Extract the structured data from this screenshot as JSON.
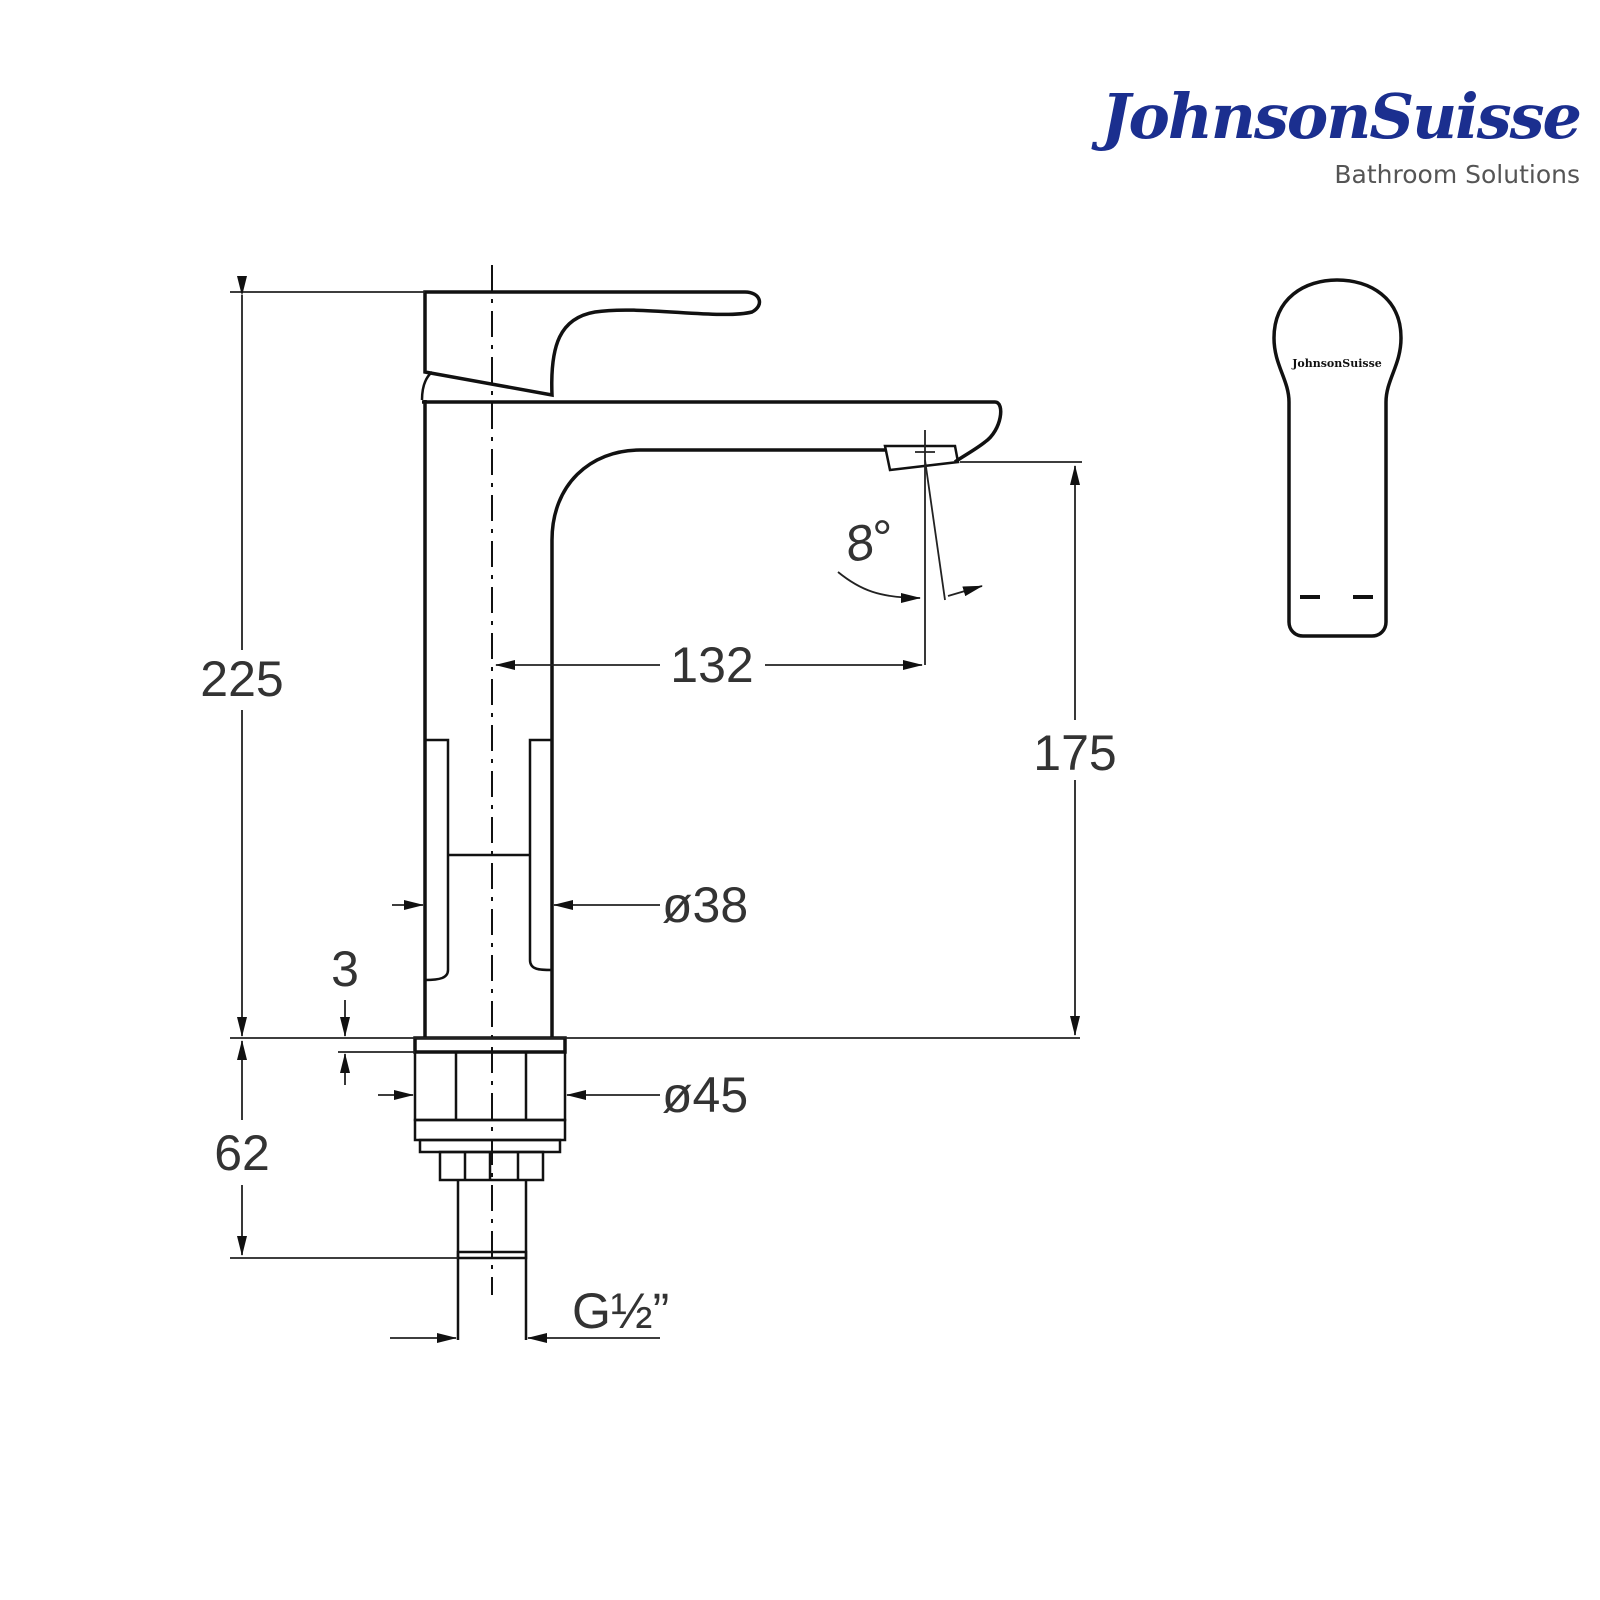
{
  "brand": {
    "name": "JohnsonSuisse",
    "tagline": "Bathroom Solutions",
    "handle_logo": "JohnsonSuisse",
    "colors": {
      "name": "#1b2f8f",
      "tagline": "#555555"
    }
  },
  "dimensions": {
    "total_height": "225",
    "spout_reach": "132",
    "spout_height": "175",
    "spout_angle": "8°",
    "body_diameter": "ø38",
    "base_diameter": "ø45",
    "base_thickness": "3",
    "shank_length": "62",
    "thread": "G½”"
  }
}
